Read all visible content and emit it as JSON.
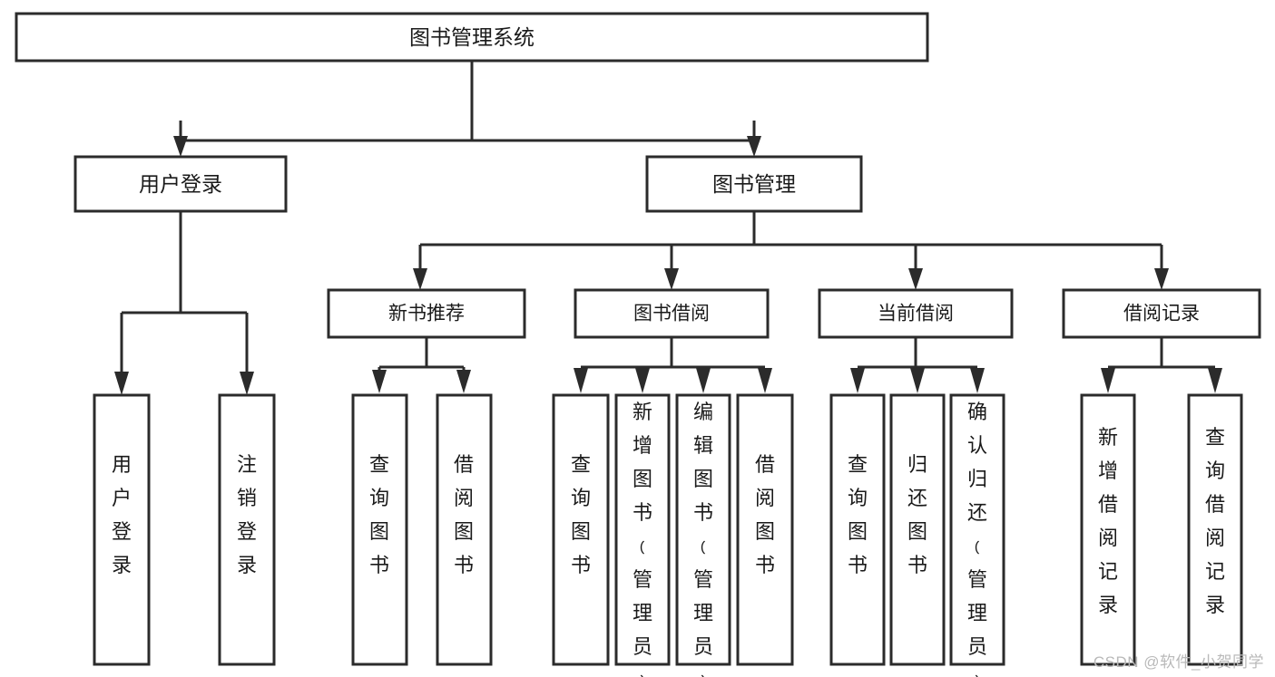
{
  "diagram": {
    "type": "tree-hierarchy-chart",
    "title": "图书管理系统",
    "watermark": "CSDN @软件_小贺同学",
    "colors": {
      "box_stroke": "#2b2b2b",
      "box_fill": "#ffffff",
      "text": "#1a1a1a",
      "background": "#ffffff",
      "watermark": "#b9b9b9"
    },
    "root": {
      "label": "图书管理系统"
    },
    "level1": [
      {
        "id": "user-login",
        "label": "用户登录"
      },
      {
        "id": "book-management",
        "label": "图书管理"
      }
    ],
    "level2": [
      {
        "id": "new-book-recommend",
        "label": "新书推荐",
        "parent": "book-management"
      },
      {
        "id": "book-borrow",
        "label": "图书借阅",
        "parent": "book-management"
      },
      {
        "id": "current-borrow",
        "label": "当前借阅",
        "parent": "book-management"
      },
      {
        "id": "borrow-record",
        "label": "借阅记录",
        "parent": "book-management"
      }
    ],
    "leaves": [
      {
        "id": "leaf-user-login",
        "label": "用户登录",
        "parent": "user-login"
      },
      {
        "id": "leaf-user-logout",
        "label": "注销登录",
        "parent": "user-login"
      },
      {
        "id": "leaf-query-book-1",
        "label": "查询图书",
        "parent": "new-book-recommend"
      },
      {
        "id": "leaf-borrow-book-1",
        "label": "借阅图书",
        "parent": "new-book-recommend"
      },
      {
        "id": "leaf-query-book-2",
        "label": "查询图书",
        "parent": "book-borrow"
      },
      {
        "id": "leaf-add-book",
        "label": "新增图书（管理员）",
        "parent": "book-borrow"
      },
      {
        "id": "leaf-edit-book",
        "label": "编辑图书（管理员）",
        "parent": "book-borrow"
      },
      {
        "id": "leaf-borrow-book-2",
        "label": "借阅图书",
        "parent": "book-borrow"
      },
      {
        "id": "leaf-query-book-3",
        "label": "查询图书",
        "parent": "current-borrow"
      },
      {
        "id": "leaf-return-book",
        "label": "归还图书",
        "parent": "current-borrow"
      },
      {
        "id": "leaf-confirm-return",
        "label": "确认归还（管理员）",
        "parent": "current-borrow"
      },
      {
        "id": "leaf-add-record",
        "label": "新增借阅记录",
        "parent": "borrow-record"
      },
      {
        "id": "leaf-query-record",
        "label": "查询借阅记录",
        "parent": "borrow-record"
      }
    ]
  }
}
